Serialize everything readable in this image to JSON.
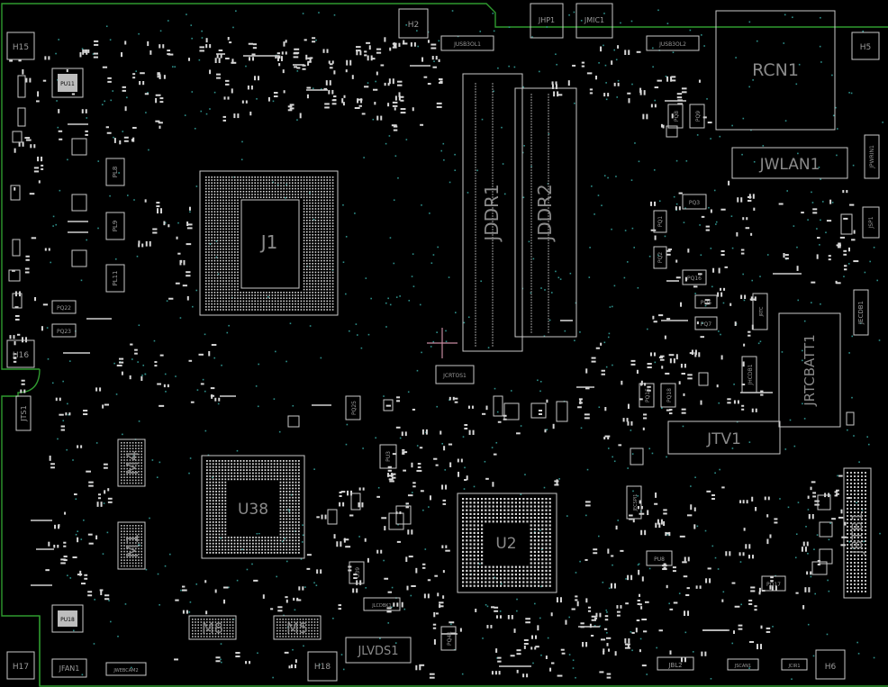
{
  "board": {
    "outline_color": "#2f9a2f",
    "silk_color": "#c8c8c8",
    "via_color": "#2e8f8a",
    "large_labels": {
      "rcn1": "RCN1",
      "jwlan1": "JWLAN1",
      "j1": "J1",
      "jddr1": "JDDR1",
      "jddr2": "JDDR2",
      "jrtcbatt1": "JRTCBATT1",
      "jtv1": "JTV1",
      "u38": "U38",
      "u2": "U2",
      "m4": "M4",
      "m1": "M1",
      "m8": "M8",
      "m5": "M5",
      "jlvds1": "JLVDS1",
      "jbtb1": "JBTB1"
    },
    "small_labels": {
      "h15": "H15",
      "h2": "H2",
      "h5": "H5",
      "h16": "H16",
      "h17": "H17",
      "h18": "H18",
      "h6": "H6",
      "jhp1": "JHP1",
      "jmic1": "JMIC1",
      "jusb3ol1": "JUSB3OL1",
      "jusb3ol2": "JUSB3OL2",
      "pu11": "PU11",
      "pl8": "PL8",
      "pl9": "PL9",
      "pl11": "PL11",
      "pq22": "PQ22",
      "pq23": "PQ23",
      "jts1": "JTS1",
      "jcrtos1": "JCRTOS1",
      "jfan1": "JFAN1",
      "pu18": "PU18",
      "jwebcam2": "JWEBCAM2",
      "pq3": "PQ3",
      "pq1": "PQ1",
      "pq2": "PQ2",
      "pq16": "PQ16",
      "pq5": "PQ5",
      "pq7": "PQ7",
      "pq8": "PQ8",
      "pq9": "PQ9",
      "jpwrin1": "JPWRIN1",
      "jsp1": "JSP1",
      "jecdb1": "JECDB1",
      "jecspi1": "JECSPI1",
      "pu8": "PU8",
      "pq17": "PQ17",
      "jbl2": "JBL2",
      "jscan1": "JSCAN1",
      "jcir1": "JCIR1",
      "jhcdb1": "JHCDB1",
      "pu3": "PU3",
      "pq25": "PQ25",
      "u39": "U39",
      "jlcdbk1": "JLCDBK1",
      "pq41": "PQ41",
      "pq15": "PQ15",
      "pq18": "PQ18",
      "jrtc": "JRTC"
    }
  }
}
